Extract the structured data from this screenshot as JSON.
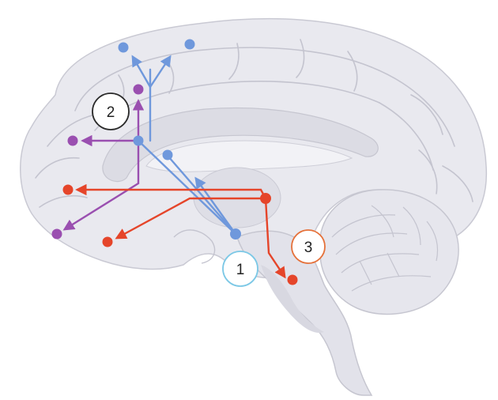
{
  "colors": {
    "brain_fill": "#e9e9ef",
    "brain_shade": "#d9d9e1",
    "brain_line": "#c4c4cf",
    "blue": "#6f98dc",
    "purple": "#9a4fb0",
    "red": "#e5452a"
  },
  "labels": [
    {
      "text": "1",
      "ring": "#7cc8e6"
    },
    {
      "text": "2",
      "ring": "#2a2a2a"
    },
    {
      "text": "3",
      "ring": "#e5713a"
    }
  ]
}
